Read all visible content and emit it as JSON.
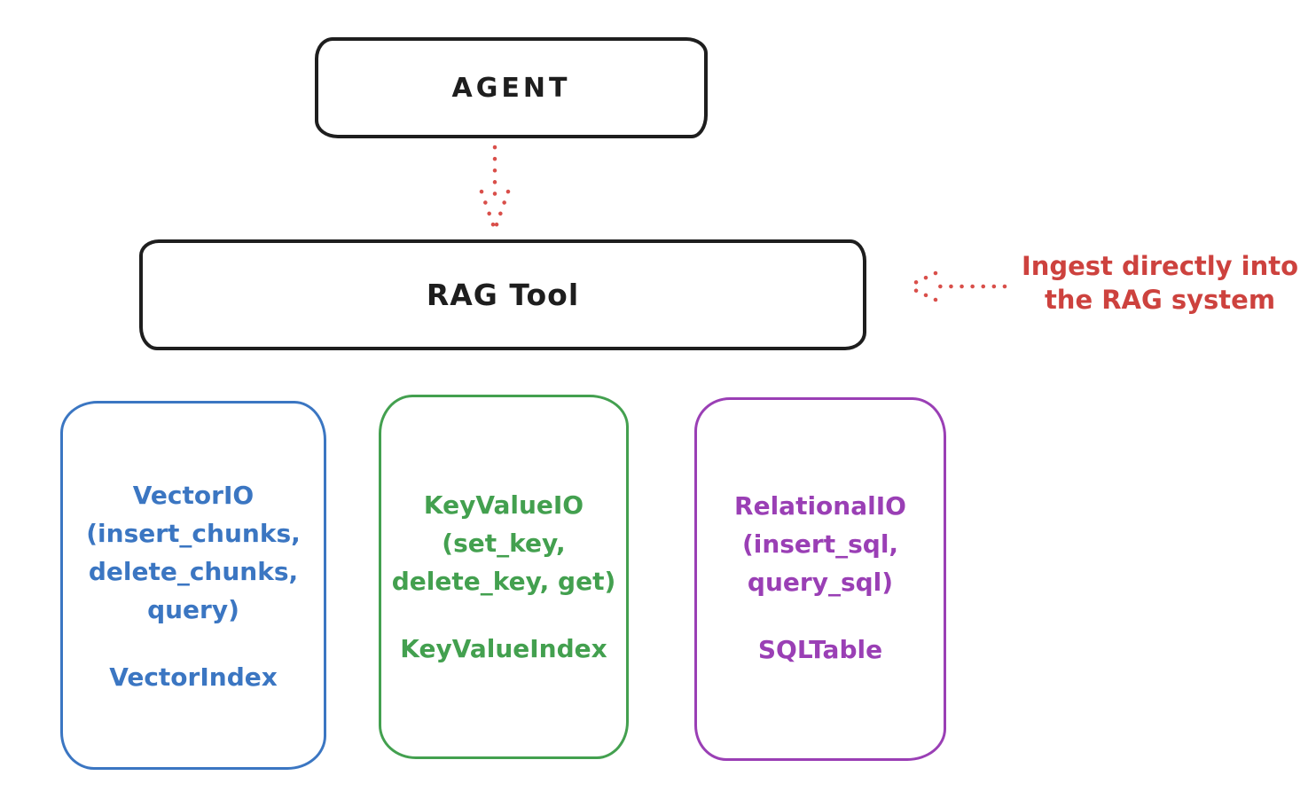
{
  "colors": {
    "stroke_black": "#1e1e1e",
    "red": "#cd423e",
    "blue": "#3b76c2",
    "green": "#43a04f",
    "purple": "#9a3fb5",
    "background": "#ffffff"
  },
  "nodes": {
    "agent": {
      "label": "AGENT"
    },
    "rag_tool": {
      "label": "RAG Tool"
    },
    "vector_io": {
      "lines": [
        "VectorIO",
        "(insert_chunks,",
        "delete_chunks,",
        "query)"
      ],
      "index_label": "VectorIndex",
      "color": "#3b76c2"
    },
    "keyvalue_io": {
      "lines": [
        "KeyValueIO",
        "(set_key,",
        "delete_key, get)"
      ],
      "index_label": "KeyValueIndex",
      "color": "#43a04f"
    },
    "relational_io": {
      "lines": [
        "RelationalIO",
        "(insert_sql,",
        "query_sql)"
      ],
      "index_label": "SQLTable",
      "color": "#9a3fb5"
    }
  },
  "annotation": {
    "line1": "Ingest directly into",
    "line2": "the RAG system",
    "color": "#cd423e"
  },
  "arrows": {
    "agent_to_rag": "dotted-down-arrow",
    "ingest_to_rag": "dotted-left-arrow"
  }
}
